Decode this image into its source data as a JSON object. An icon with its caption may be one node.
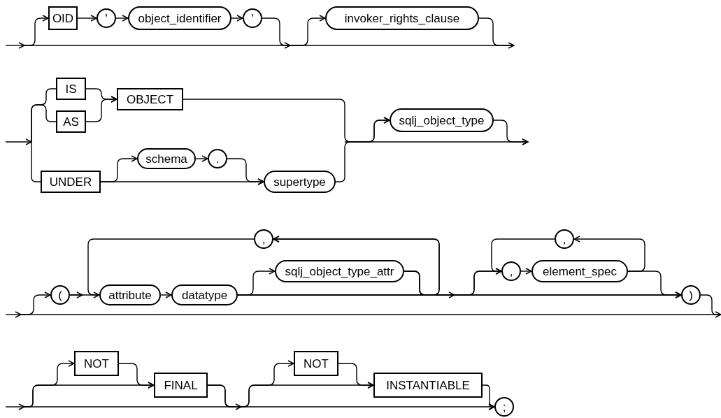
{
  "diagram": {
    "nodes": [
      {
        "text": [
          "OID"
        ]
      },
      {
        "text": [
          "'"
        ]
      },
      {
        "text": [
          "object_identifier"
        ]
      },
      {
        "text": [
          "'"
        ]
      },
      {
        "text": [
          "invoker_rights_clause"
        ]
      },
      {
        "text": [
          "IS"
        ]
      },
      {
        "text": [
          "AS"
        ]
      },
      {
        "text": [
          "OBJECT"
        ]
      },
      {
        "text": [
          "UNDER"
        ]
      },
      {
        "text": [
          "schema"
        ]
      },
      {
        "text": [
          "."
        ]
      },
      {
        "text": [
          "supertype"
        ]
      },
      {
        "text": [
          "sqlj_object_type"
        ]
      },
      {
        "text": [
          ","
        ]
      },
      {
        "text": [
          ","
        ]
      },
      {
        "text": [
          "("
        ]
      },
      {
        "text": [
          "attribute"
        ]
      },
      {
        "text": [
          "datatype"
        ]
      },
      {
        "text": [
          "sqlj_object_type_attr"
        ]
      },
      {
        "text": [
          ","
        ]
      },
      {
        "text": [
          "element_spec"
        ]
      },
      {
        "text": [
          ")"
        ]
      },
      {
        "text": [
          "NOT"
        ]
      },
      {
        "text": [
          "FINAL"
        ]
      },
      {
        "text": [
          "NOT"
        ]
      },
      {
        "text": [
          "INSTANTIABLE"
        ]
      },
      {
        "text": [
          ";"
        ]
      }
    ],
    "edges": [
      {
        "from": null,
        "to": 0,
        "arrow": "to"
      },
      {
        "from": 0,
        "to": 1,
        "arrow": "to"
      },
      {
        "from": 1,
        "to": 2,
        "arrow": "to"
      },
      {
        "from": 2,
        "to": 3,
        "arrow": "to"
      },
      {
        "from": 3,
        "to": 4,
        "arrow": "to"
      },
      {
        "from": 4,
        "to": null,
        "arrow": "none"
      },
      {
        "from": null,
        "to": 5,
        "arrow": "none"
      },
      {
        "from": null,
        "to": 6,
        "arrow": "none"
      },
      {
        "from": 5,
        "to": 7,
        "arrow": "to"
      },
      {
        "from": 6,
        "to": 7,
        "arrow": "to"
      },
      {
        "from": null,
        "to": 8,
        "arrow": "none"
      },
      {
        "from": 8,
        "to": 9,
        "arrow": "to"
      },
      {
        "from": 9,
        "to": 10,
        "arrow": "to"
      },
      {
        "from": 10,
        "to": 11,
        "arrow": "to"
      },
      {
        "from": 8,
        "to": 11,
        "arrow": "to"
      },
      {
        "from": 7,
        "to": 12,
        "arrow": "to"
      },
      {
        "from": 11,
        "to": 12,
        "arrow": "to"
      },
      {
        "from": 12,
        "to": null,
        "arrow": "to"
      },
      {
        "from": null,
        "to": 15,
        "arrow": "to"
      },
      {
        "from": 15,
        "to": 16,
        "arrow": "to"
      },
      {
        "from": 16,
        "to": 17,
        "arrow": "to"
      },
      {
        "from": 17,
        "to": 18,
        "arrow": "to"
      },
      {
        "from": 18,
        "to": 13,
        "arrow": "to"
      },
      {
        "from": 17,
        "to": 13,
        "arrow": "to"
      },
      {
        "from": 13,
        "to": 16,
        "arrow": "none"
      },
      {
        "from": 18,
        "to": 19,
        "arrow": "to"
      },
      {
        "from": 17,
        "to": 19,
        "arrow": "to"
      },
      {
        "from": 17,
        "to": 21,
        "arrow": "to"
      },
      {
        "from": 18,
        "to": 21,
        "arrow": "to"
      },
      {
        "from": 19,
        "to": 20,
        "arrow": "to"
      },
      {
        "from": 20,
        "to": 14,
        "arrow": "to"
      },
      {
        "from": 14,
        "to": 19,
        "arrow": "none"
      },
      {
        "from": 20,
        "to": 21,
        "arrow": "to"
      },
      {
        "from": 21,
        "to": null,
        "arrow": "none"
      },
      {
        "from": null,
        "to": 22,
        "arrow": "to"
      },
      {
        "from": null,
        "to": 23,
        "arrow": "to"
      },
      {
        "from": 22,
        "to": 23,
        "arrow": "to"
      },
      {
        "from": 23,
        "to": 24,
        "arrow": "to"
      },
      {
        "from": 23,
        "to": 25,
        "arrow": "to"
      },
      {
        "from": 24,
        "to": 25,
        "arrow": "to"
      },
      {
        "from": 25,
        "to": 26,
        "arrow": "to"
      }
    ]
  }
}
